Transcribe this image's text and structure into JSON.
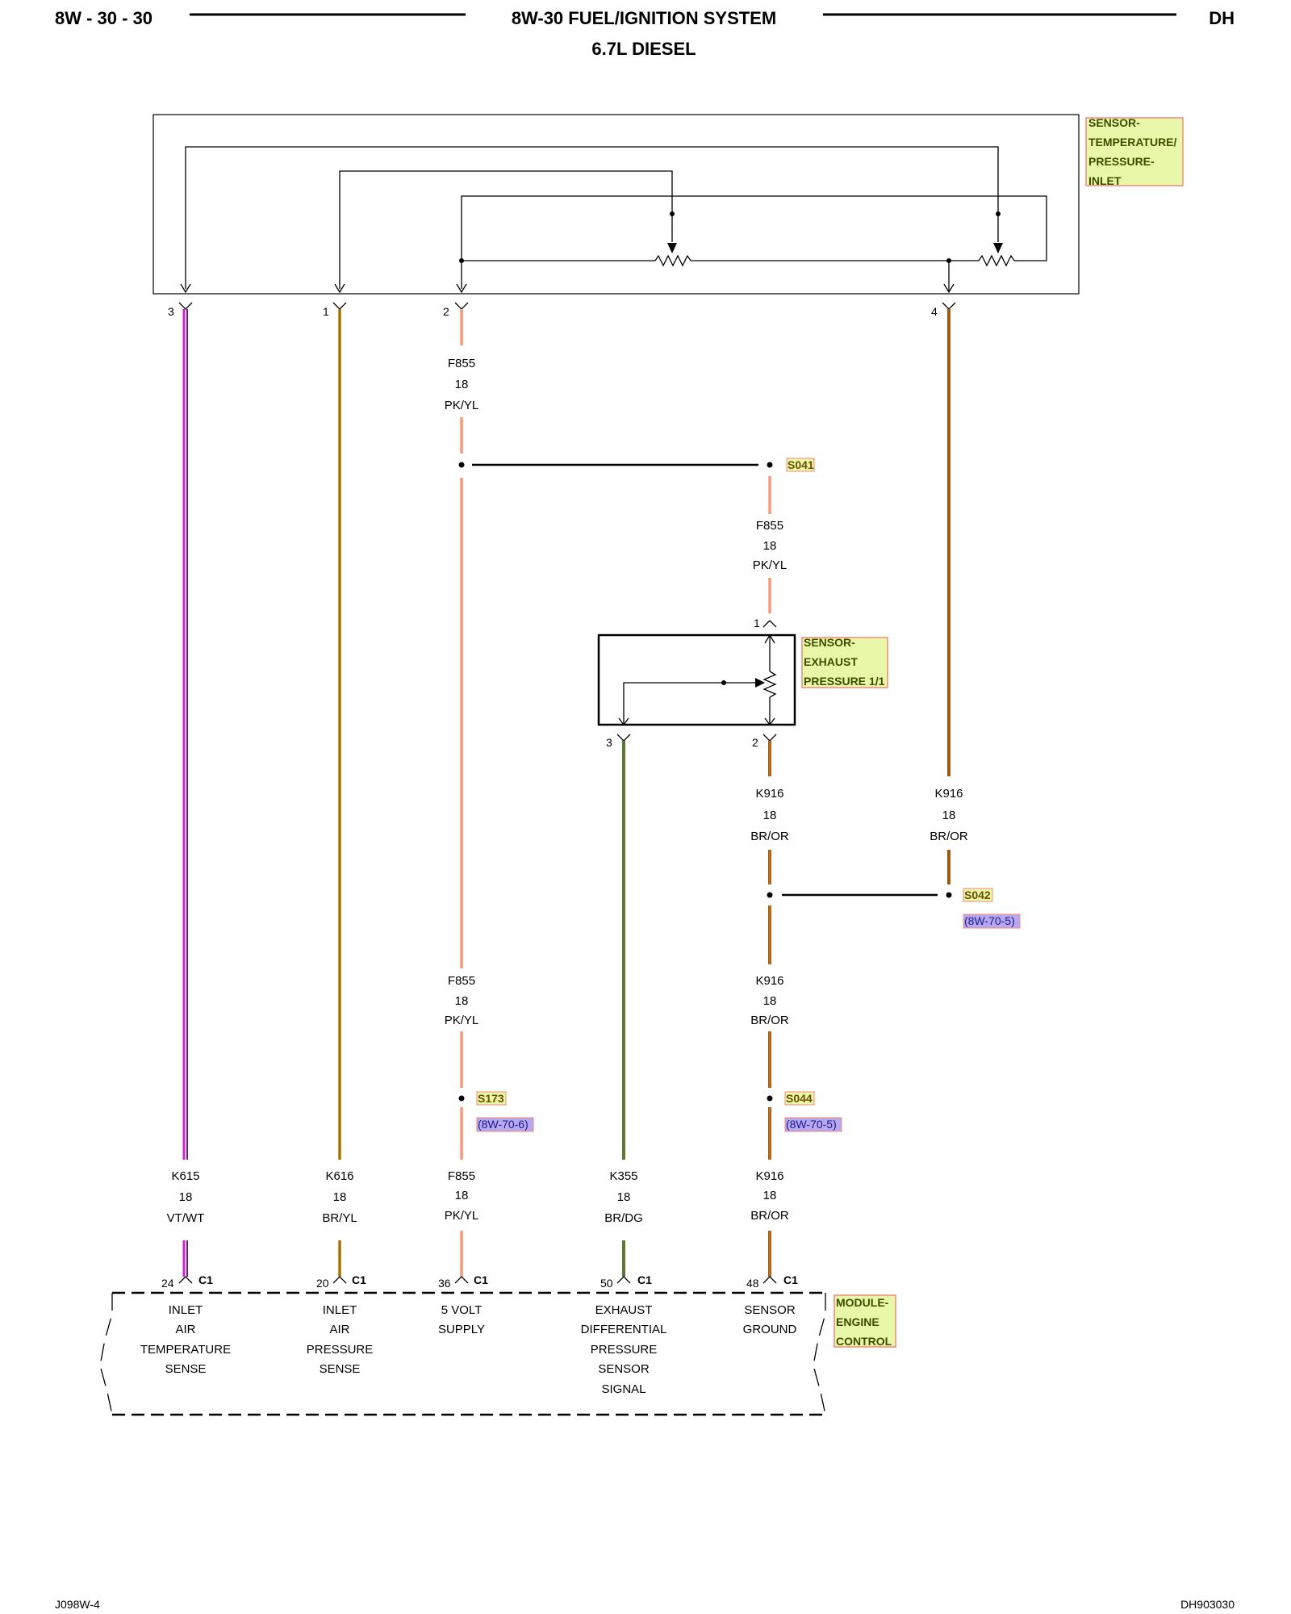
{
  "header": {
    "page_code": "8W - 30 - 30",
    "title": "8W-30 FUEL/IGNITION SYSTEM",
    "subtitle": "6.7L DIESEL",
    "model": "DH"
  },
  "components": {
    "inlet_sensor": "SENSOR-\nTEMPERATURE/\nPRESSURE-\nINLET",
    "exhaust_sensor": "SENSOR-\nEXHAUST\nPRESSURE 1/1",
    "ecm": "MODULE-\nENGINE\nCONTROL"
  },
  "inlet_pins": [
    "3",
    "1",
    "2",
    "4"
  ],
  "exhaust_pins": [
    "1",
    "3",
    "2"
  ],
  "splices": {
    "s041": "S041",
    "s042": "S042",
    "s042_ref": "(8W-70-5)",
    "s173": "S173",
    "s173_ref": "(8W-70-6)",
    "s044": "S044",
    "s044_ref": "(8W-70-5)"
  },
  "wires": {
    "f855_top": {
      "circuit": "F855",
      "gauge": "18",
      "color": "PK/YL"
    },
    "f855_s041": {
      "circuit": "F855",
      "gauge": "18",
      "color": "PK/YL"
    },
    "k916_exh": {
      "circuit": "K916",
      "gauge": "18",
      "color": "BR/OR"
    },
    "k916_inlet": {
      "circuit": "K916",
      "gauge": "18",
      "color": "BR/OR"
    },
    "f855_mid": {
      "circuit": "F855",
      "gauge": "18",
      "color": "PK/YL"
    },
    "k916_mid": {
      "circuit": "K916",
      "gauge": "18",
      "color": "BR/OR"
    },
    "k615": {
      "circuit": "K615",
      "gauge": "18",
      "color": "VT/WT"
    },
    "k616": {
      "circuit": "K616",
      "gauge": "18",
      "color": "BR/YL"
    },
    "f855_bot": {
      "circuit": "F855",
      "gauge": "18",
      "color": "PK/YL"
    },
    "k355": {
      "circuit": "K355",
      "gauge": "18",
      "color": "BR/DG"
    },
    "k916_bot": {
      "circuit": "K916",
      "gauge": "18",
      "color": "BR/OR"
    }
  },
  "ecm_pins": [
    {
      "pin": "24",
      "conn": "C1",
      "function": [
        "INLET",
        "AIR",
        "TEMPERATURE",
        "SENSE"
      ]
    },
    {
      "pin": "20",
      "conn": "C1",
      "function": [
        "INLET",
        "AIR",
        "PRESSURE",
        "SENSE"
      ]
    },
    {
      "pin": "36",
      "conn": "C1",
      "function": [
        "5 VOLT",
        "SUPPLY"
      ]
    },
    {
      "pin": "50",
      "conn": "C1",
      "function": [
        "EXHAUST",
        "DIFFERENTIAL",
        "PRESSURE",
        "SENSOR",
        "SIGNAL"
      ]
    },
    {
      "pin": "48",
      "conn": "C1",
      "function": [
        "SENSOR",
        "GROUND"
      ]
    }
  ],
  "footer": {
    "left": "J098W-4",
    "right": "DH903030"
  },
  "colors": {
    "pink": "#f79a7a",
    "yellow": "#f2d24a",
    "brown": "#9a5a14",
    "orange": "#e08a2a",
    "violet": "#d21ed2",
    "white": "#ffffff",
    "dark_green": "#3c8c3c",
    "component_fill": "#e8f7a8",
    "component_border": "#f08a7a",
    "ref_fill": "#b8a8f0"
  }
}
